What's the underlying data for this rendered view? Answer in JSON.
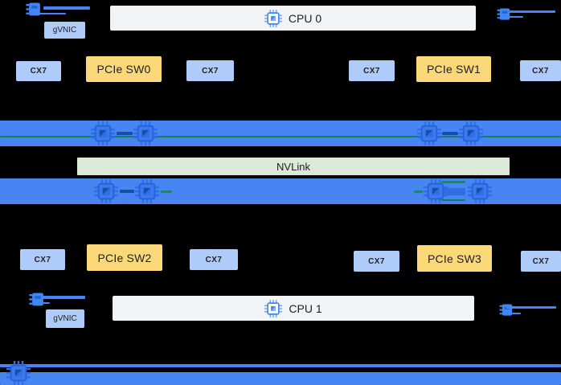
{
  "diagram_title": "dual-cpu-gpu-node-topology",
  "colors": {
    "background": "#000000",
    "gpu_bar_blue": "#4685F2",
    "nic_box_blue": "#AECBFA",
    "switch_box_yellow": "#FBD878",
    "nvlink_green": "#DCE9D8",
    "cpu_box_gray": "#F1F3F4",
    "text_dark": "#202124",
    "accent_blue": "#4285F4",
    "deep_navy_blue": "#174EA6",
    "link_green_dark": "#12805F",
    "link_green": "#1E8E3E"
  },
  "icons": {
    "cpu": "chip-icon",
    "gpu": "gpu-chip-icon",
    "nic_port": "network-port-icon",
    "bus": "bus-chip-icon"
  },
  "node0": {
    "gvnic": {
      "label": "gVNIC"
    },
    "cpu": {
      "label": "CPU 0"
    },
    "nics": [
      {
        "label": "CX7"
      },
      {
        "label": "CX7"
      },
      {
        "label": "CX7"
      },
      {
        "label": "CX7"
      }
    ],
    "switches": [
      {
        "label": "PCIe SW0"
      },
      {
        "label": "PCIe SW1"
      }
    ]
  },
  "fabric": {
    "nvlink": {
      "label": "NVLink"
    }
  },
  "node1": {
    "gvnic": {
      "label": "gVNIC"
    },
    "cpu": {
      "label": "CPU 1"
    },
    "nics": [
      {
        "label": "CX7"
      },
      {
        "label": "CX7"
      },
      {
        "label": "CX7"
      },
      {
        "label": "CX7"
      }
    ],
    "switches": [
      {
        "label": "PCIe SW2"
      },
      {
        "label": "PCIe SW3"
      }
    ]
  }
}
